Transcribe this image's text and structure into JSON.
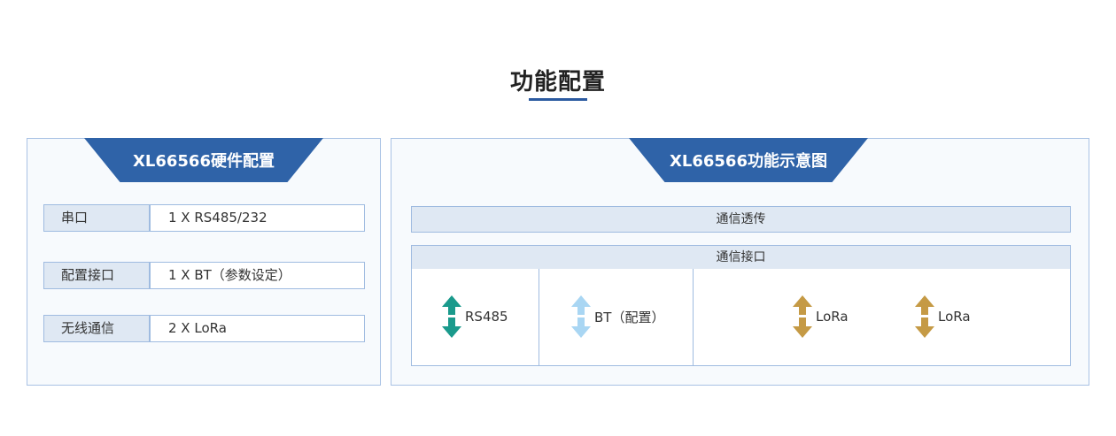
{
  "page": {
    "title": "功能配置"
  },
  "hardware_panel": {
    "title": "XL66566硬件配置",
    "rows": [
      {
        "label": "串口",
        "value": "1 X RS485/232"
      },
      {
        "label": "配置接口",
        "value": "1 X BT（参数设定）"
      },
      {
        "label": "无线通信",
        "value": "2 X LoRa"
      }
    ]
  },
  "diagram_panel": {
    "title": "XL66566功能示意图",
    "transparent_bar": "通信透传",
    "interface_bar": "通信接口",
    "interfaces": [
      {
        "label": "RS485",
        "icon": "double-arrow-icon",
        "color": "#1a9a8c"
      },
      {
        "label": "BT（配置）",
        "icon": "double-arrow-icon",
        "color": "#a9d6f3"
      },
      {
        "label": "LoRa",
        "icon": "double-arrow-icon",
        "color": "#c59a45"
      },
      {
        "label": "LoRa",
        "icon": "double-arrow-icon",
        "color": "#c59a45"
      }
    ]
  },
  "colors": {
    "accent": "#2f63a8",
    "border": "#9fbbe0",
    "label_bg": "#dfe8f3"
  }
}
